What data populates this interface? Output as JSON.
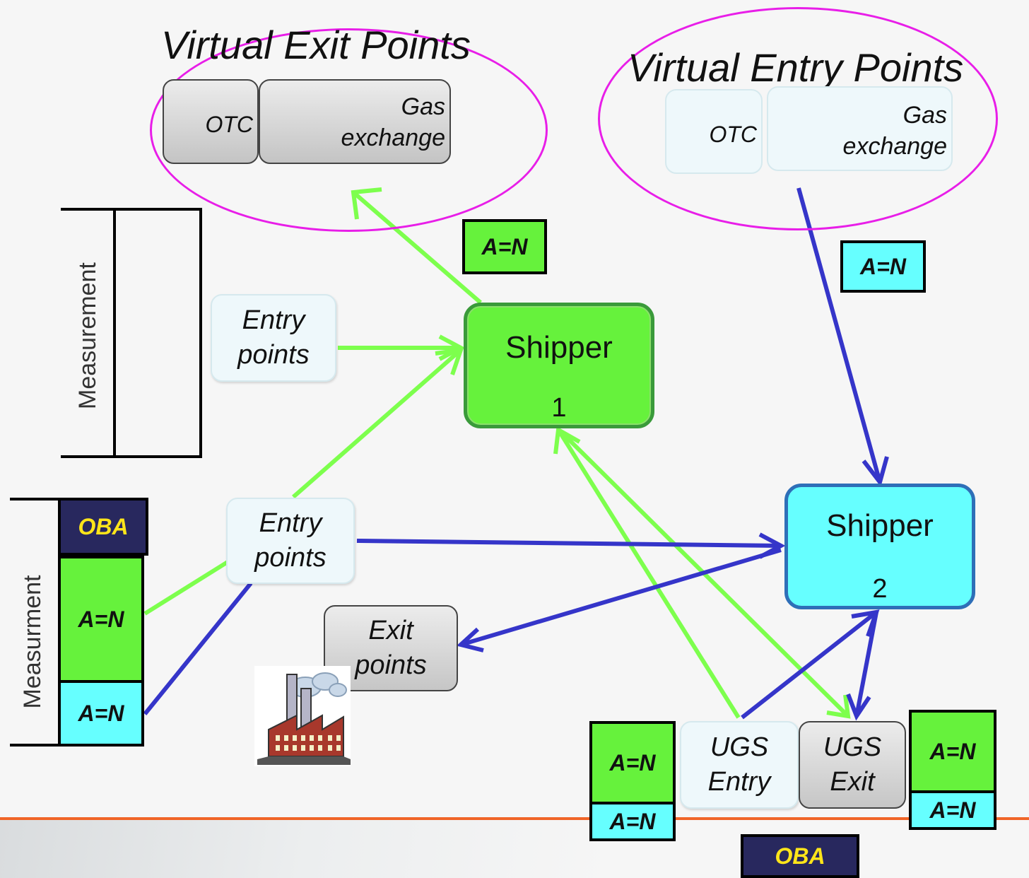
{
  "colors": {
    "green": "#66f23c",
    "cyan": "#66ffff",
    "navy": "#28285e",
    "oba_text": "#ffe51a",
    "ellipse": "#e81ee8",
    "green_arrow": "#7dff4d",
    "blue_arrow": "#3535c9",
    "accent_line": "#f06528"
  },
  "virtual_exit": {
    "title": "Virtual Exit Points",
    "otc": "OTC",
    "gas_line1": "Gas",
    "gas_line2": "exchange"
  },
  "virtual_entry": {
    "title": "Virtual Entry Points",
    "otc": "OTC",
    "gas_line1": "Gas",
    "gas_line2": "exchange"
  },
  "labels": {
    "an": "A=N",
    "oba": "OBA"
  },
  "measurement_top": "Measurement",
  "measurement_bottom": "Measurment",
  "entry_points_top": {
    "line1": "Entry",
    "line2": "points"
  },
  "entry_points_mid": {
    "line1": "Entry",
    "line2": "points"
  },
  "exit_points": {
    "line1": "Exit",
    "line2": "points"
  },
  "shipper1": {
    "name": "Shipper",
    "number": "1"
  },
  "shipper2": {
    "name": "Shipper",
    "number": "2"
  },
  "ugs_entry": {
    "line1": "UGS",
    "line2": "Entry"
  },
  "ugs_exit": {
    "line1": "UGS",
    "line2": "Exit"
  },
  "icons": {
    "factory": "factory-icon"
  }
}
